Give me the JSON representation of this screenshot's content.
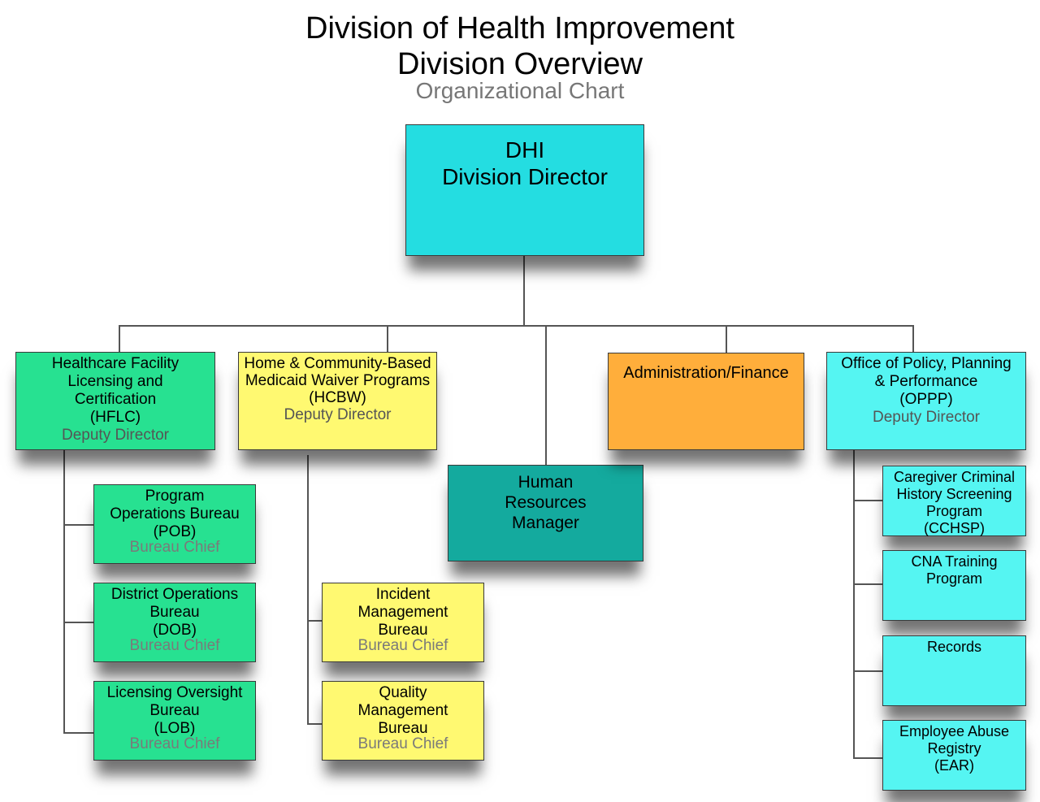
{
  "header": {
    "title_line1": "Division of Health Improvement",
    "title_line2": "Division Overview",
    "subtitle": "Organizational Chart"
  },
  "colors": {
    "director": "#24dde1",
    "hflc": "#27e191",
    "hcbw": "#fff971",
    "hr": "#14aa9e",
    "admin": "#ffae3b",
    "oppp": "#55f5f2"
  },
  "boxes": [
    {
      "id": "dhi",
      "lines": [
        "DHI",
        "Division Director"
      ],
      "sub": ""
    },
    {
      "id": "hflc",
      "lines": [
        "Healthcare Facility",
        "Licensing and",
        "Certification",
        "(HFLC)"
      ],
      "sub": "Deputy Director"
    },
    {
      "id": "hcbw",
      "lines": [
        "Home & Community-Based",
        "Medicaid Waiver Programs",
        "(HCBW)"
      ],
      "sub": "Deputy Director"
    },
    {
      "id": "hr",
      "lines": [
        "Human",
        "Resources",
        "Manager"
      ],
      "sub": ""
    },
    {
      "id": "admin",
      "lines": [
        "Administration/Finance"
      ],
      "sub": ""
    },
    {
      "id": "oppp",
      "lines": [
        "Office of Policy, Planning",
        "& Performance",
        "(OPPP)"
      ],
      "sub": "Deputy Director"
    },
    {
      "id": "pob",
      "lines": [
        "Program",
        "Operations Bureau",
        "(POB)"
      ],
      "sub": "Bureau Chief"
    },
    {
      "id": "dob",
      "lines": [
        "District Operations",
        "Bureau",
        "(DOB)"
      ],
      "sub": "Bureau Chief"
    },
    {
      "id": "lob",
      "lines": [
        "Licensing Oversight",
        "Bureau",
        "(LOB)"
      ],
      "sub": "Bureau Chief"
    },
    {
      "id": "imb",
      "lines": [
        "Incident",
        "Management",
        "Bureau"
      ],
      "sub": "Bureau Chief"
    },
    {
      "id": "qmb",
      "lines": [
        "Quality",
        "Management",
        "Bureau"
      ],
      "sub": "Bureau Chief"
    },
    {
      "id": "cchsp",
      "lines": [
        "Caregiver Criminal",
        "History Screening",
        "Program",
        "(CCHSP)"
      ],
      "sub": ""
    },
    {
      "id": "cna",
      "lines": [
        "CNA Training",
        "Program"
      ],
      "sub": ""
    },
    {
      "id": "records",
      "lines": [
        "Records"
      ],
      "sub": ""
    },
    {
      "id": "ear",
      "lines": [
        "Employee Abuse",
        "Registry",
        "(EAR)"
      ],
      "sub": ""
    }
  ]
}
